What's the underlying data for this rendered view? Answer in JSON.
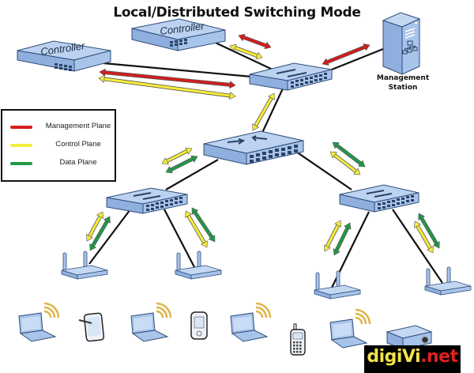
{
  "title": "Local/Distributed Switching Mode",
  "colors": {
    "management": "#d61c1c",
    "control": "#f4ec3a",
    "data": "#1f9a45",
    "device_fill": "#a9c4ea",
    "device_stroke": "#2e4d7a",
    "wifi": "#e0b44a",
    "cable": "#111111"
  },
  "legend": {
    "items": [
      {
        "label": "Management Plane",
        "color_key": "management"
      },
      {
        "label": "Control Plane",
        "color_key": "control"
      },
      {
        "label": "Data Plane",
        "color_key": "data"
      }
    ]
  },
  "nodes": {
    "controller_1": {
      "label": "Controller",
      "type": "controller"
    },
    "controller_2": {
      "label": "Controller",
      "type": "controller"
    },
    "management_station": {
      "label_line1": "Management",
      "label_line2": "Station",
      "type": "server"
    },
    "aggregation_switch": {
      "type": "switch"
    },
    "core_switch": {
      "type": "router-switch"
    },
    "access_switch_left": {
      "type": "switch"
    },
    "access_switch_right": {
      "type": "switch"
    },
    "access_points": [
      "AP 1",
      "AP 2",
      "AP 3",
      "AP 4"
    ],
    "clients": [
      "laptop",
      "tablet",
      "laptop",
      "pda",
      "laptop",
      "cell-phone",
      "laptop",
      "ip-camera"
    ]
  },
  "flows": [
    {
      "between": [
        "controller_2",
        "aggregation_switch"
      ],
      "planes": [
        "management",
        "control"
      ]
    },
    {
      "between": [
        "controller_1",
        "aggregation_switch"
      ],
      "planes": [
        "management",
        "control"
      ]
    },
    {
      "between": [
        "management_station",
        "aggregation_switch"
      ],
      "planes": [
        "management"
      ]
    },
    {
      "between": [
        "aggregation_switch",
        "core_switch"
      ],
      "planes": [
        "control"
      ]
    },
    {
      "between": [
        "core_switch",
        "access_switch_left"
      ],
      "planes": [
        "control",
        "data"
      ]
    },
    {
      "between": [
        "core_switch",
        "access_switch_right"
      ],
      "planes": [
        "data",
        "control"
      ]
    },
    {
      "between": [
        "access_switch_left",
        "AP 1"
      ],
      "planes": [
        "control",
        "data"
      ]
    },
    {
      "between": [
        "access_switch_left",
        "AP 2"
      ],
      "planes": [
        "control",
        "data"
      ]
    },
    {
      "between": [
        "access_switch_right",
        "AP 3"
      ],
      "planes": [
        "control",
        "data"
      ]
    },
    {
      "between": [
        "access_switch_right",
        "AP 4"
      ],
      "planes": [
        "control",
        "data"
      ]
    }
  ],
  "brand": {
    "part1": "digi",
    "part2": "Vi",
    "part3": ".net"
  }
}
